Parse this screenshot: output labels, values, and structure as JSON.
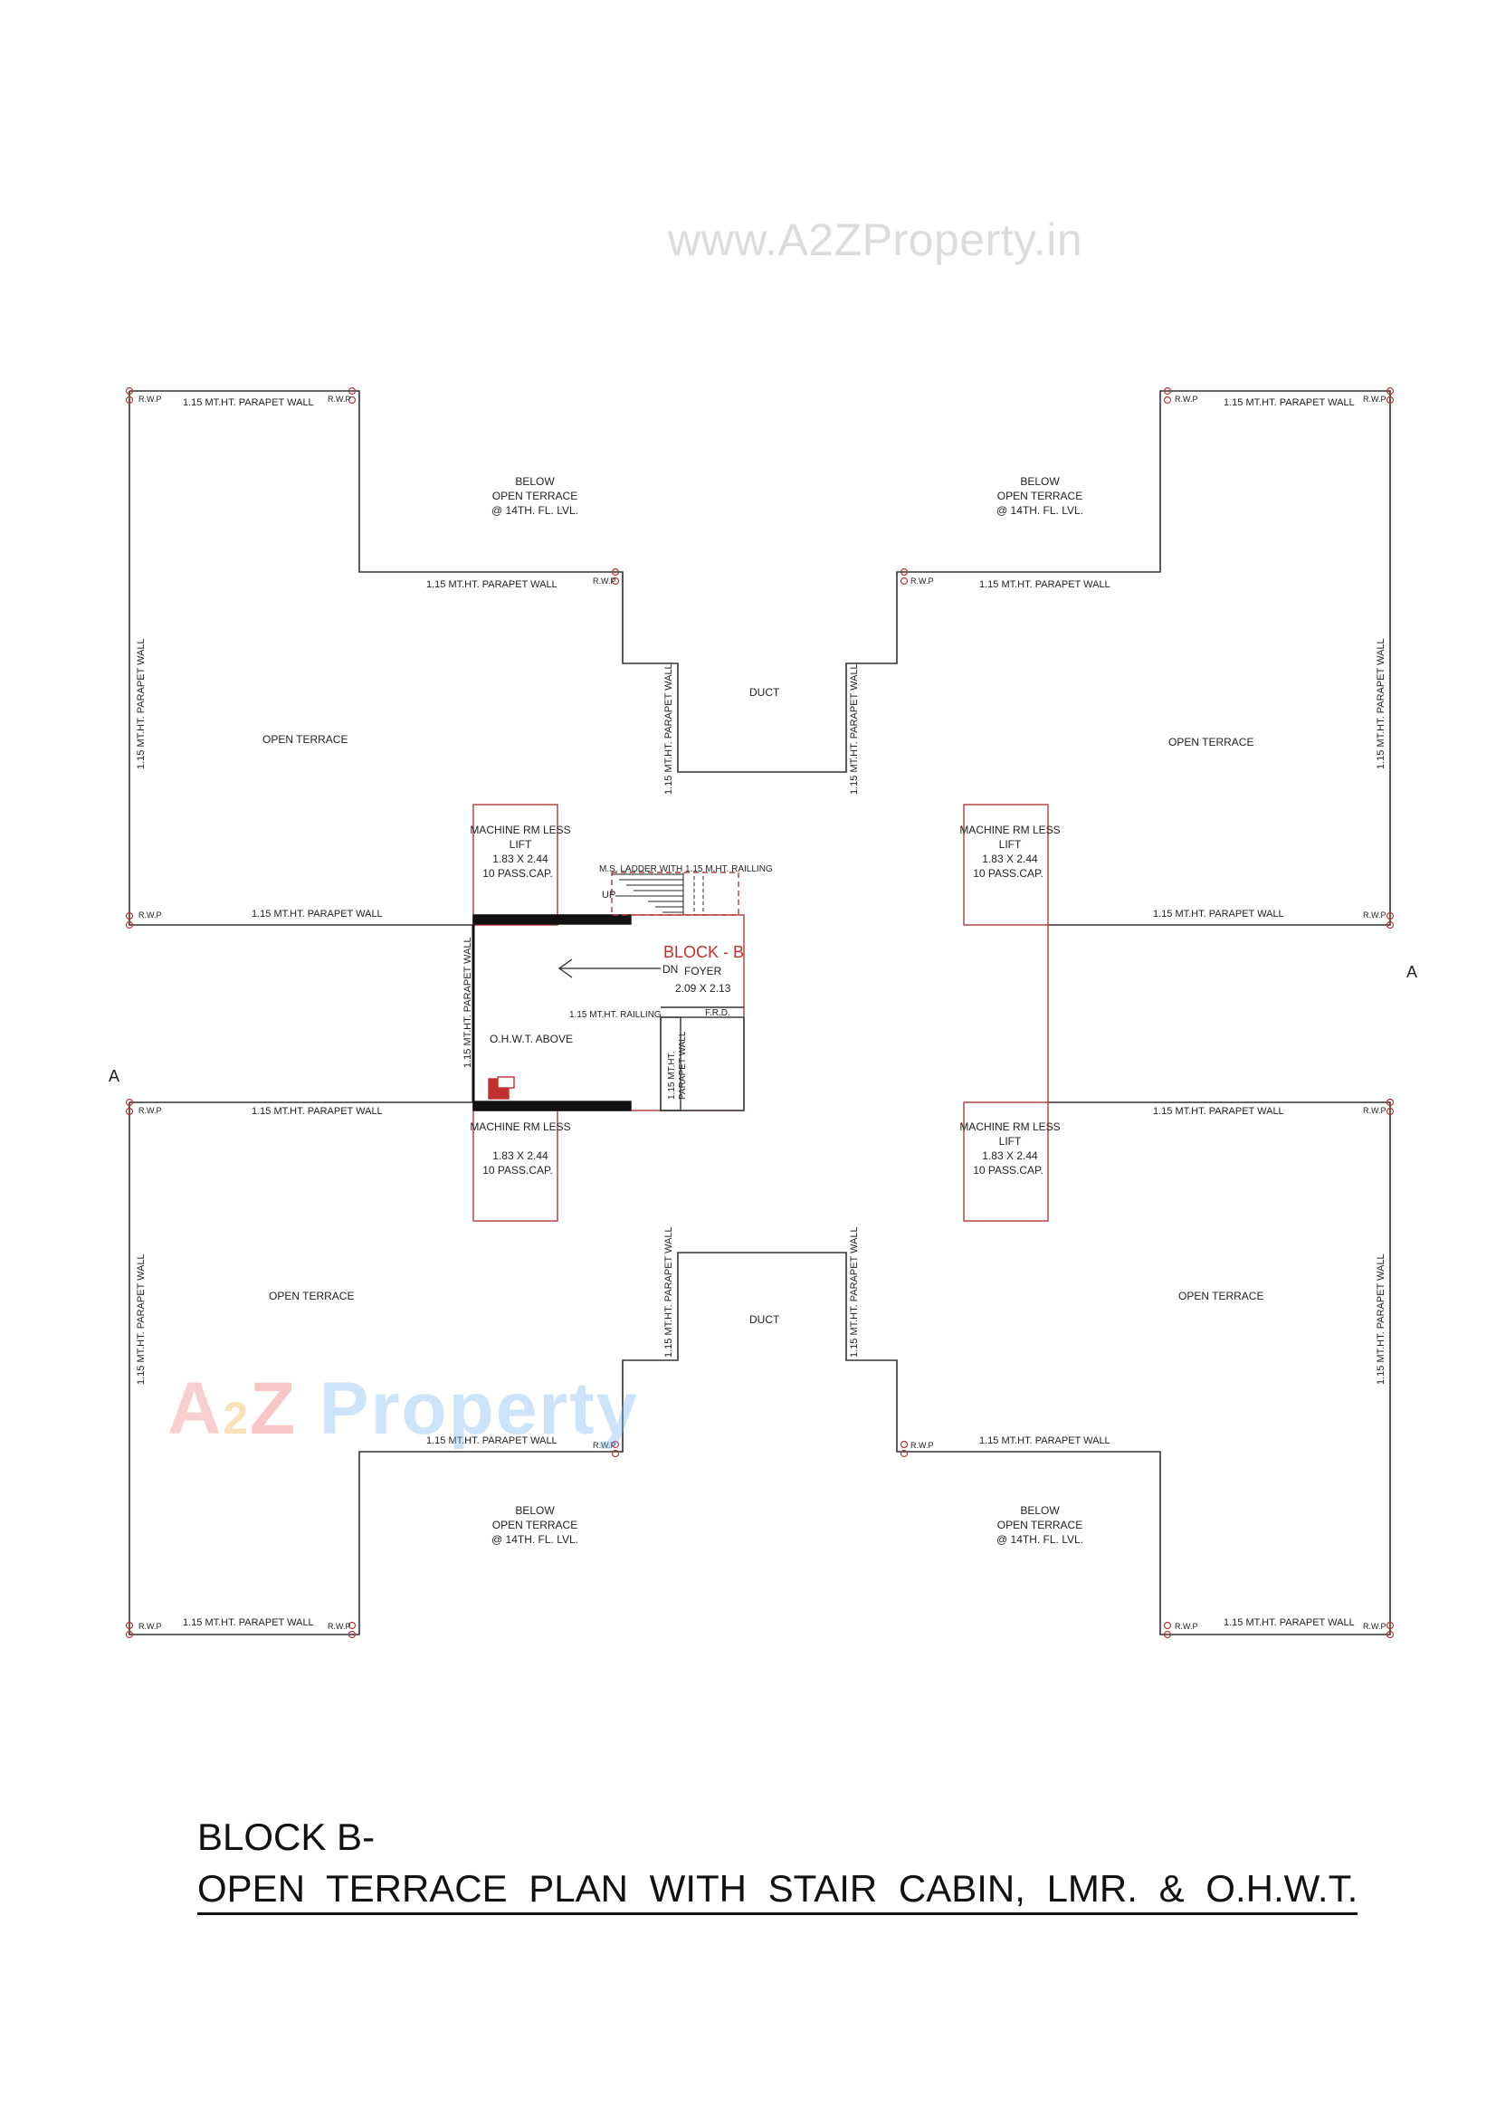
{
  "watermark_top": "www.A2ZProperty.in",
  "watermark_logo": {
    "a": "A",
    "two": "2",
    "z": "Z",
    "word": "Property"
  },
  "section_marker": "A",
  "labels": {
    "parapet": "1.15 MT.HT. PARAPET WALL",
    "rwp": "R.W.P",
    "below_terrace": [
      "BELOW",
      "OPEN TERRACE",
      "@ 14TH. FL. LVL."
    ],
    "open_terrace": "OPEN TERRACE",
    "duct": "DUCT",
    "machine_room_less": "MACHINE RM LESS",
    "lift": "LIFT",
    "lift_size": "1.83 X 2.44",
    "lift_cap": "10 PASS.CAP.",
    "ladder": "M.S. LADDER WITH 1.15 M.HT. RAILLING",
    "up": "UP",
    "dn": "DN",
    "block": "BLOCK - B",
    "foyer": "FOYER",
    "foyer_size": "2.09 X 2.13",
    "railing": "1.15 MT.HT. RAILLING",
    "frd": "F.R.D.",
    "ohwt": "O.H.W.T. ABOVE",
    "parapet_2line": [
      "1.15 MT.HT.",
      "PARAPET WALL"
    ]
  },
  "title": {
    "line1": "BLOCK B-",
    "line2": "OPEN  TERRACE  PLAN  WITH  STAIR  CABIN,  LMR.  &  O.H.W.T."
  }
}
